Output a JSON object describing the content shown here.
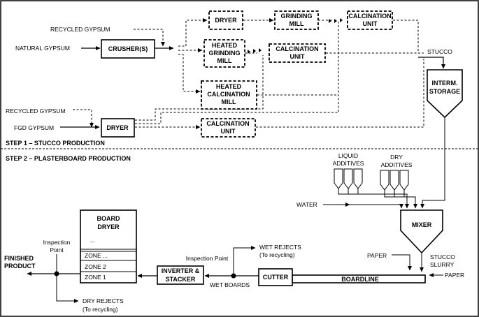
{
  "step1": {
    "title": "STEP 1 – STUCCO PRODUCTION",
    "inputs": {
      "recycled_gypsum_top": "RECYCLED GYPSUM",
      "natural_gypsum": "NATURAL GYPSUM",
      "recycled_gypsum_bottom": "RECYCLED GYPSUM",
      "fgd_gypsum": "FGD GYPSUM"
    },
    "crusher": "CRUSHER(S)",
    "dryer_main": "DRYER",
    "dryer_top": "DRYER",
    "grinding_mill": [
      "GRINDING",
      "MILL"
    ],
    "calcination_unit_top": [
      "CALCINATION",
      "UNIT"
    ],
    "heated_grinding_mill": [
      "HEATED",
      "GRINDING",
      "MILL"
    ],
    "calcination_unit_mid": [
      "CALCINATION",
      "UNIT"
    ],
    "heated_calcination_mill": [
      "HEATED",
      "CALCINATION",
      "MILL"
    ],
    "calcination_unit_bottom": [
      "CALCINATION",
      "UNIT"
    ],
    "stucco": "STUCCO",
    "interm_storage": [
      "INTERM.",
      "STORAGE"
    ]
  },
  "step2": {
    "title": "STEP 2 – PLASTERBOARD PRODUCTION",
    "liquid_additives": [
      "LIQUID",
      "ADDITIVES"
    ],
    "dry_additives": [
      "DRY",
      "ADDITIVES"
    ],
    "water": "WATER",
    "mixer": "MIXER",
    "stucco_slurry": [
      "STUCCO",
      "SLURRY"
    ],
    "paper_left": "PAPER",
    "paper_right": "PAPER",
    "boardline": "BOARDLINE",
    "cutter": "CUTTER",
    "wet_rejects": [
      "WET REJECTS",
      "(To recycling)"
    ],
    "inspection_point_right": "Inspection Point",
    "wet_boards": "WET BOARDS",
    "inverter_stacker": [
      "INVERTER &",
      "STACKER"
    ],
    "board_dryer": {
      "title": [
        "BOARD",
        "DRYER"
      ],
      "ellipsis": "...",
      "zones": [
        "ZONE ...",
        "ZONE 2",
        "ZONE 1"
      ]
    },
    "inspection_point_left": [
      "Inspection",
      "Point"
    ],
    "finished_product": [
      "FINISHED",
      "PRODUCT"
    ],
    "dry_rejects": [
      "DRY REJECTS",
      "(To recycling)"
    ]
  }
}
